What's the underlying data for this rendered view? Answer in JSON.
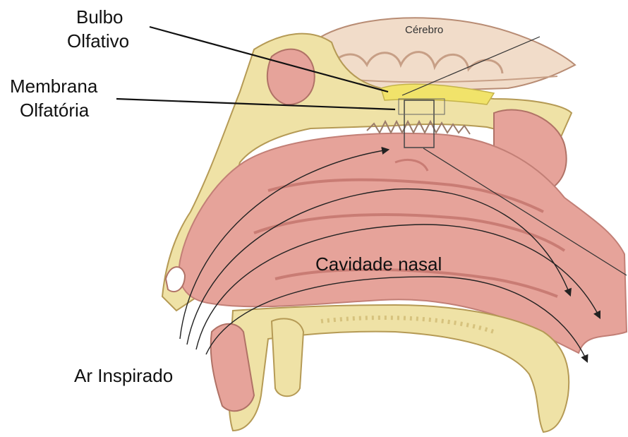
{
  "labels": {
    "bulbo_line1": "Bulbo",
    "bulbo_line2": "Olfativo",
    "membrana_line1": "Membrana",
    "membrana_line2": "Olfatória",
    "cerebro": "Cérebro",
    "cavidade": "Cavidade nasal",
    "ar": "Ar Inspirado"
  },
  "colors": {
    "bone": "#efe2a6",
    "bone_stroke": "#b59a55",
    "tissue": "#e6a39a",
    "tissue_dark": "#c97c74",
    "brain": "#f1dcc9",
    "brain_stroke": "#b88c74",
    "bulb": "#f1e36a",
    "line": "#111111"
  }
}
